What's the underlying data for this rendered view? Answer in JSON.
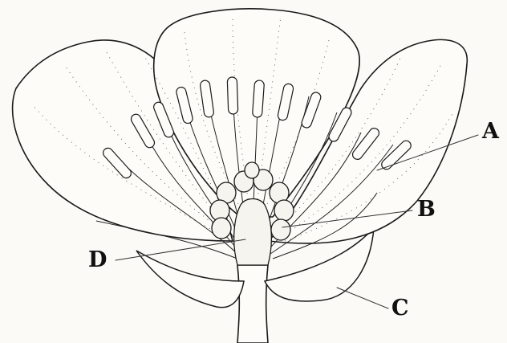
{
  "labels": {
    "a": "A",
    "b": "B",
    "c": "C",
    "d": "D"
  },
  "colors": {
    "ink": "#1a1a1a",
    "paper": "#fbfaf6"
  }
}
